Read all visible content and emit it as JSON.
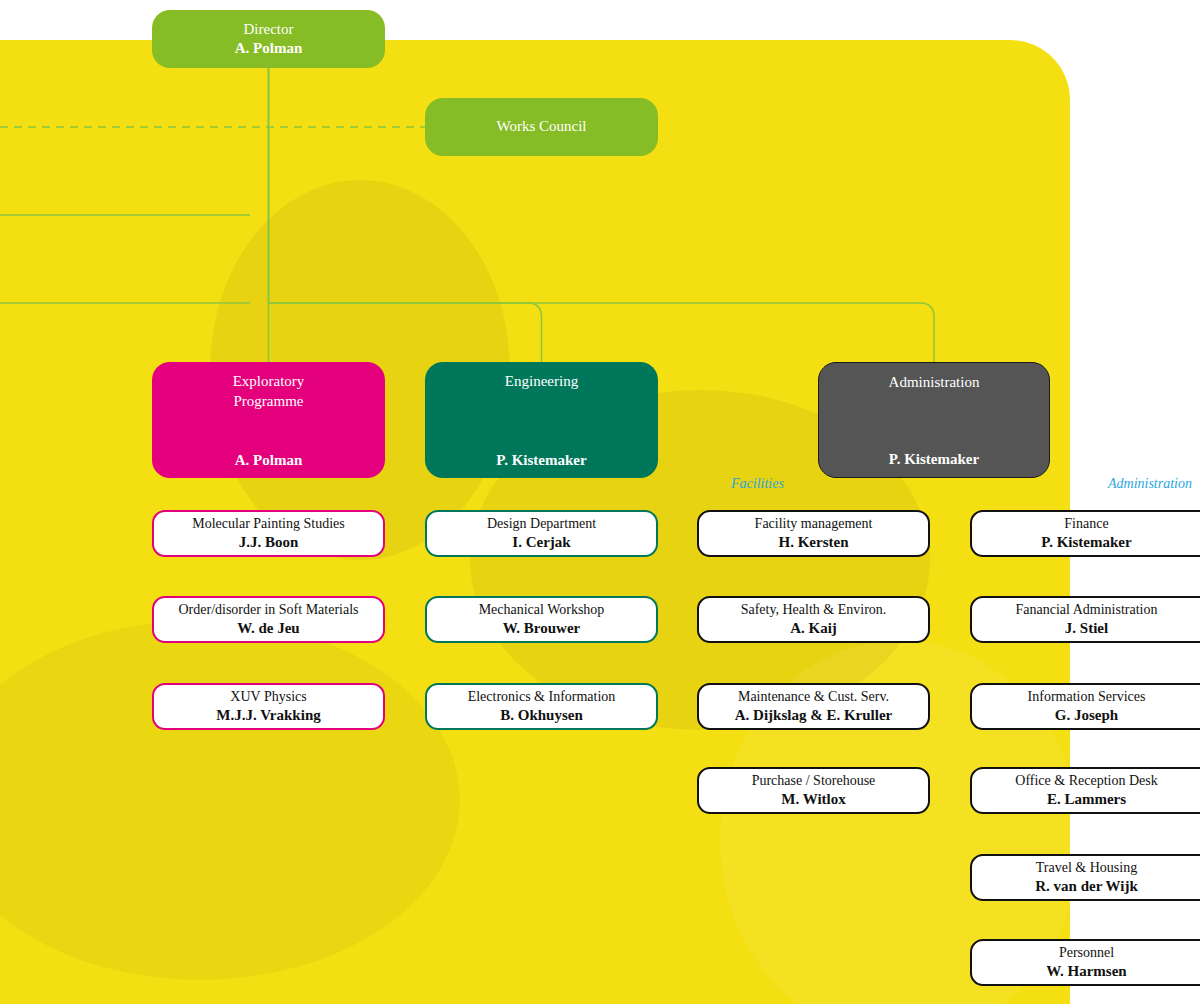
{
  "diagram": {
    "nodes": [
      {
        "text": [
          "Director",
          "A. Polman"
        ]
      },
      {
        "text": [
          "Works Council"
        ]
      },
      {
        "text": [
          "Exploratory Programme",
          "A. Polman"
        ]
      },
      {
        "text": [
          "Engineering",
          "P. Kistemaker"
        ]
      },
      {
        "text": [
          "Administration",
          "P. Kistemaker"
        ]
      },
      {
        "text": [
          "Molecular Painting Studies",
          "J.J. Boon"
        ]
      },
      {
        "text": [
          "Order/disorder in Soft Materials",
          "W. de Jeu"
        ]
      },
      {
        "text": [
          "XUV Physics",
          "M.J.J. Vrakking"
        ]
      },
      {
        "text": [
          "Design Department",
          "I. Cerjak"
        ]
      },
      {
        "text": [
          "Mechanical Workshop",
          "W. Brouwer"
        ]
      },
      {
        "text": [
          "Electronics & Information",
          "B. Okhuysen"
        ]
      },
      {
        "text": [
          "Facility management",
          "H. Kersten"
        ]
      },
      {
        "text": [
          "Safety, Health & Environ.",
          "A. Kaij"
        ]
      },
      {
        "text": [
          "Maintenance & Cust. Serv.",
          "A. Dijkslag & E. Kruller"
        ]
      },
      {
        "text": [
          "Purchase / Storehouse",
          "M. Witlox"
        ]
      },
      {
        "text": [
          "Finance",
          "P. Kistemaker"
        ]
      },
      {
        "text": [
          "Fanancial Administration",
          "J. Stiel"
        ]
      },
      {
        "text": [
          "Information Services",
          "G. Joseph"
        ]
      },
      {
        "text": [
          "Office & Reception Desk",
          "E. Lammers"
        ]
      },
      {
        "text": [
          "Travel & Housing",
          "R. van der Wijk"
        ]
      },
      {
        "text": [
          "Personnel",
          "W. Harmsen"
        ]
      }
    ],
    "edges": [
      {
        "from": 0,
        "to": 2,
        "arrow": "none"
      },
      {
        "from": 0,
        "to": 3,
        "arrow": "none"
      },
      {
        "from": 0,
        "to": 4,
        "arrow": "none"
      }
    ],
    "labels": [
      "Facilities",
      "Administration"
    ]
  }
}
